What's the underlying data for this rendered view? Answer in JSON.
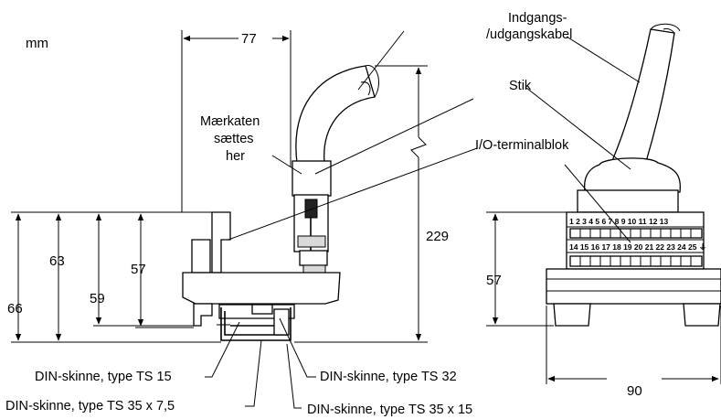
{
  "diagram": {
    "unit": "mm",
    "dimensions": {
      "width_side": "77",
      "height_total": "229",
      "h63": "63",
      "h57": "57",
      "h59": "59",
      "h66": "66",
      "front_h57": "57",
      "front_w90": "90"
    },
    "labels": {
      "cable": [
        "Indgangs-",
        "/udgangskabel"
      ],
      "connector": "Stik",
      "label_here": [
        "Mærkaten",
        "sættes",
        "her"
      ],
      "io_block": "I/O-terminalblok",
      "din_ts15": "DIN-skinne, type TS 15",
      "din_ts35_75": "DIN-skinne, type TS 35 x 7,5",
      "din_ts32": "DIN-skinne, type TS 32",
      "din_ts35_15": "DIN-skinne, type TS 35 x 15"
    },
    "terminals": {
      "top_row": "1 2 3 4 5 6 7 8 9 10 11 12 13",
      "bottom_row": "14 15 16 17 18 19 20 21 22 23 24 25 ⏚"
    }
  }
}
